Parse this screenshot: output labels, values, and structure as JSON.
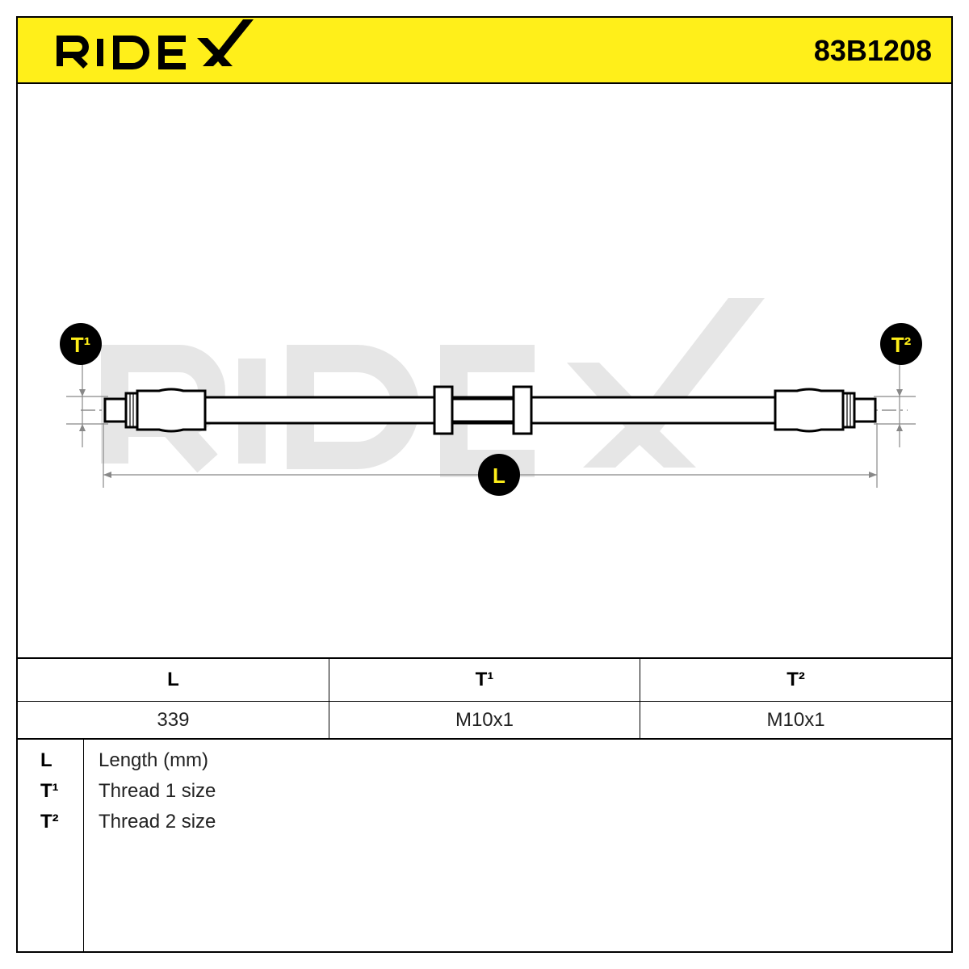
{
  "brand": {
    "name": "RIDEX",
    "accent_color": "#ffef1a"
  },
  "part_number": "83B1208",
  "drawing": {
    "watermark": "RIDEX",
    "markers": {
      "t1": "T¹",
      "t2": "T²",
      "length": "L"
    }
  },
  "spec_table": {
    "headers": [
      "L",
      "T¹",
      "T²"
    ],
    "values": [
      "339",
      "M10x1",
      "M10x1"
    ]
  },
  "legend": [
    {
      "key": "L",
      "description": "Length (mm)"
    },
    {
      "key": "T¹",
      "description": "Thread 1 size"
    },
    {
      "key": "T²",
      "description": "Thread 2 size"
    }
  ]
}
